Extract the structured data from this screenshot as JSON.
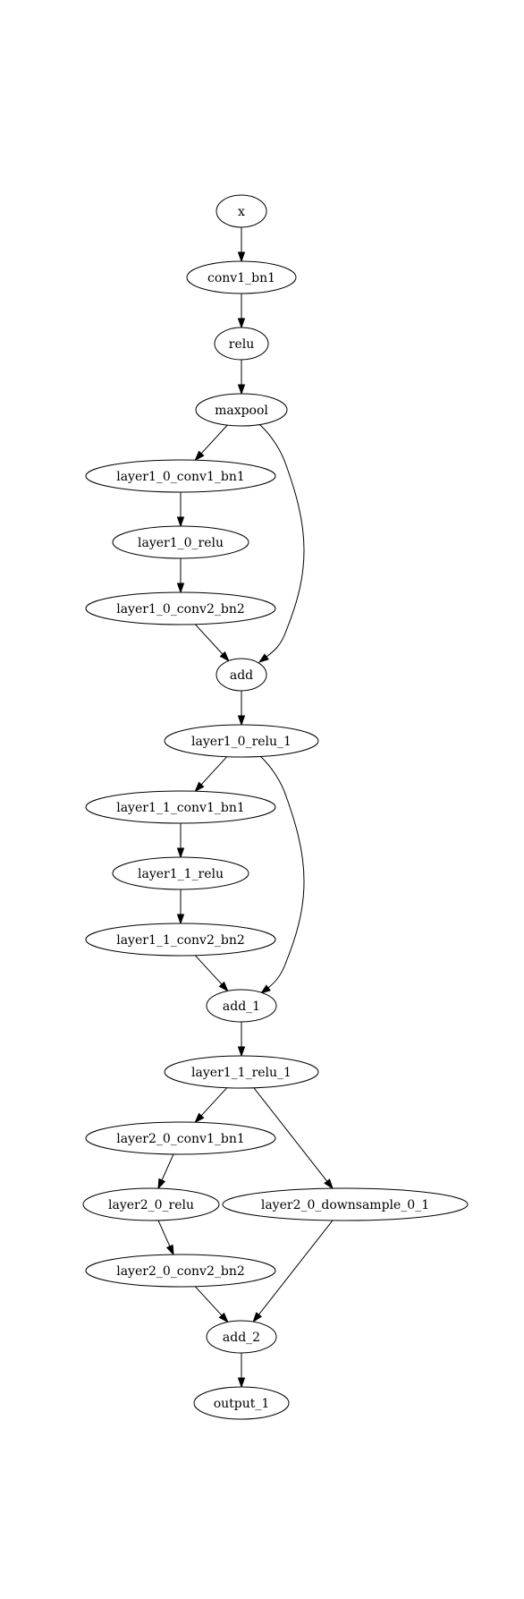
{
  "graph": {
    "nodes": [
      {
        "id": "x",
        "label": "x"
      },
      {
        "id": "conv1_bn1",
        "label": "conv1_bn1"
      },
      {
        "id": "relu",
        "label": "relu"
      },
      {
        "id": "maxpool",
        "label": "maxpool"
      },
      {
        "id": "layer1_0_conv1_bn1",
        "label": "layer1_0_conv1_bn1"
      },
      {
        "id": "layer1_0_relu",
        "label": "layer1_0_relu"
      },
      {
        "id": "layer1_0_conv2_bn2",
        "label": "layer1_0_conv2_bn2"
      },
      {
        "id": "add",
        "label": "add"
      },
      {
        "id": "layer1_0_relu_1",
        "label": "layer1_0_relu_1"
      },
      {
        "id": "layer1_1_conv1_bn1",
        "label": "layer1_1_conv1_bn1"
      },
      {
        "id": "layer1_1_relu",
        "label": "layer1_1_relu"
      },
      {
        "id": "layer1_1_conv2_bn2",
        "label": "layer1_1_conv2_bn2"
      },
      {
        "id": "add_1",
        "label": "add_1"
      },
      {
        "id": "layer1_1_relu_1",
        "label": "layer1_1_relu_1"
      },
      {
        "id": "layer2_0_conv1_bn1",
        "label": "layer2_0_conv1_bn1"
      },
      {
        "id": "layer2_0_relu",
        "label": "layer2_0_relu"
      },
      {
        "id": "layer2_0_downsample_0_1",
        "label": "layer2_0_downsample_0_1"
      },
      {
        "id": "layer2_0_conv2_bn2",
        "label": "layer2_0_conv2_bn2"
      },
      {
        "id": "add_2",
        "label": "add_2"
      },
      {
        "id": "output_1",
        "label": "output_1"
      }
    ],
    "edges": [
      {
        "from": "x",
        "to": "conv1_bn1"
      },
      {
        "from": "conv1_bn1",
        "to": "relu"
      },
      {
        "from": "relu",
        "to": "maxpool"
      },
      {
        "from": "maxpool",
        "to": "layer1_0_conv1_bn1"
      },
      {
        "from": "maxpool",
        "to": "add"
      },
      {
        "from": "layer1_0_conv1_bn1",
        "to": "layer1_0_relu"
      },
      {
        "from": "layer1_0_relu",
        "to": "layer1_0_conv2_bn2"
      },
      {
        "from": "layer1_0_conv2_bn2",
        "to": "add"
      },
      {
        "from": "add",
        "to": "layer1_0_relu_1"
      },
      {
        "from": "layer1_0_relu_1",
        "to": "layer1_1_conv1_bn1"
      },
      {
        "from": "layer1_0_relu_1",
        "to": "add_1"
      },
      {
        "from": "layer1_1_conv1_bn1",
        "to": "layer1_1_relu"
      },
      {
        "from": "layer1_1_relu",
        "to": "layer1_1_conv2_bn2"
      },
      {
        "from": "layer1_1_conv2_bn2",
        "to": "add_1"
      },
      {
        "from": "add_1",
        "to": "layer1_1_relu_1"
      },
      {
        "from": "layer1_1_relu_1",
        "to": "layer2_0_conv1_bn1"
      },
      {
        "from": "layer1_1_relu_1",
        "to": "layer2_0_downsample_0_1"
      },
      {
        "from": "layer2_0_conv1_bn1",
        "to": "layer2_0_relu"
      },
      {
        "from": "layer2_0_relu",
        "to": "layer2_0_conv2_bn2"
      },
      {
        "from": "layer2_0_conv2_bn2",
        "to": "add_2"
      },
      {
        "from": "layer2_0_downsample_0_1",
        "to": "add_2"
      },
      {
        "from": "add_2",
        "to": "output_1"
      }
    ]
  }
}
